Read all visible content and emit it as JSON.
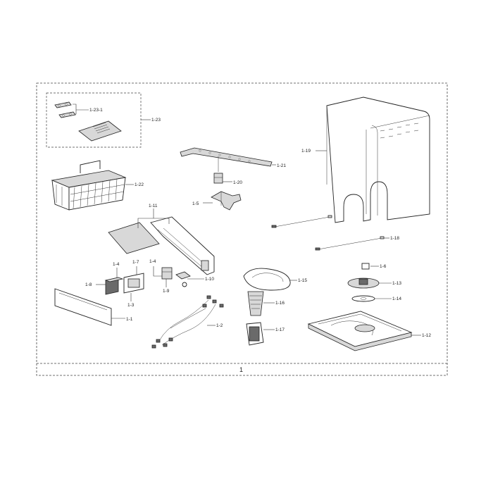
{
  "diagram": {
    "labels": {
      "p1": "1",
      "p1_1": "1-1",
      "p1_2": "1-2",
      "p1_3": "1-3",
      "p1_4a": "1-4",
      "p1_4b": "1-4",
      "p1_5": "1-5",
      "p1_6": "1-6",
      "p1_7": "1-7",
      "p1_8": "1-8",
      "p1_9": "1-9",
      "p1_10": "1-10",
      "p1_11": "1-11",
      "p1_12": "1-12",
      "p1_13": "1-13",
      "p1_14": "1-14",
      "p1_15": "1-15",
      "p1_16": "1-16",
      "p1_17": "1-17",
      "p1_18": "1-18",
      "p1_19": "1-19",
      "p1_20": "1-20",
      "p1_21": "1-21",
      "p1_22": "1-22",
      "p1_23": "1-23",
      "p1_23_1": "1-23-1"
    }
  }
}
